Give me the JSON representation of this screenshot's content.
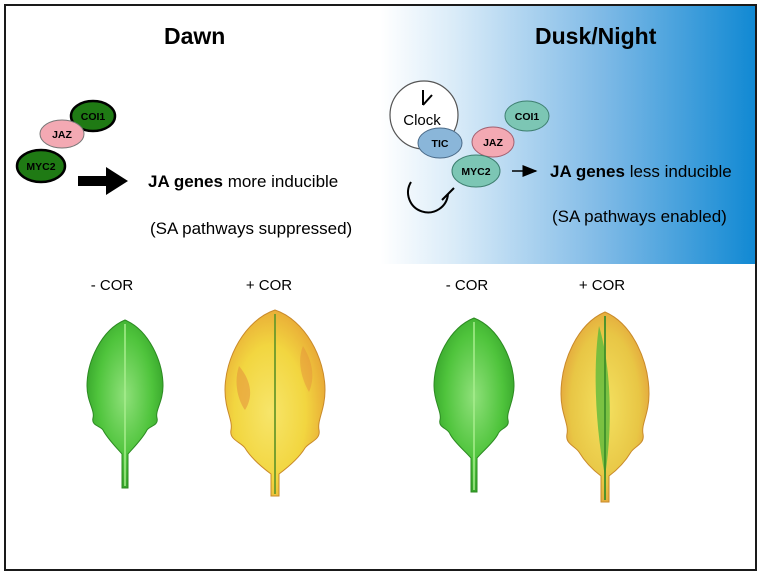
{
  "panels": {
    "dawn": {
      "heading": "Dawn",
      "proteins": {
        "coi1": "COI1",
        "jaz": "JAZ",
        "myc2": "MYC2"
      },
      "result_bold": "JA genes",
      "result_rest": " more inducible",
      "note": "(SA pathways suppressed)"
    },
    "dusk": {
      "heading": "Dusk/Night",
      "clock_label": "Clock",
      "proteins": {
        "tic": "TIC",
        "jaz": "JAZ",
        "coi1": "COI1",
        "myc2": "MYC2"
      },
      "result_bold": "JA genes",
      "result_rest": " less inducible",
      "note": "(SA pathways enabled)"
    }
  },
  "leaves": [
    {
      "label": "- COR",
      "state": "healthy"
    },
    {
      "label": "+ COR",
      "state": "chlorotic"
    },
    {
      "label": "- COR",
      "state": "healthy"
    },
    {
      "label": "+ COR",
      "state": "chlorotic-mild"
    }
  ],
  "colors": {
    "dark_green": "#1f7a14",
    "pink": "#f3a9b3",
    "teal": "#7cc6b4",
    "tic_blue": "#8ab6d9",
    "dusk_blue": "#1189d3",
    "leaf_green": "#4fc43c",
    "leaf_yellow": "#f2d640"
  }
}
